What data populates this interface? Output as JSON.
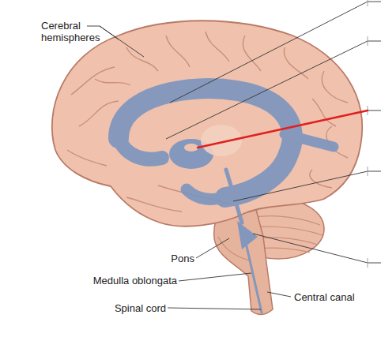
{
  "diagram": {
    "labels": [
      "Cerebral hemispheres",
      "Pons",
      "Medulla oblongata",
      "Spinal cord",
      "Central canal"
    ]
  }
}
